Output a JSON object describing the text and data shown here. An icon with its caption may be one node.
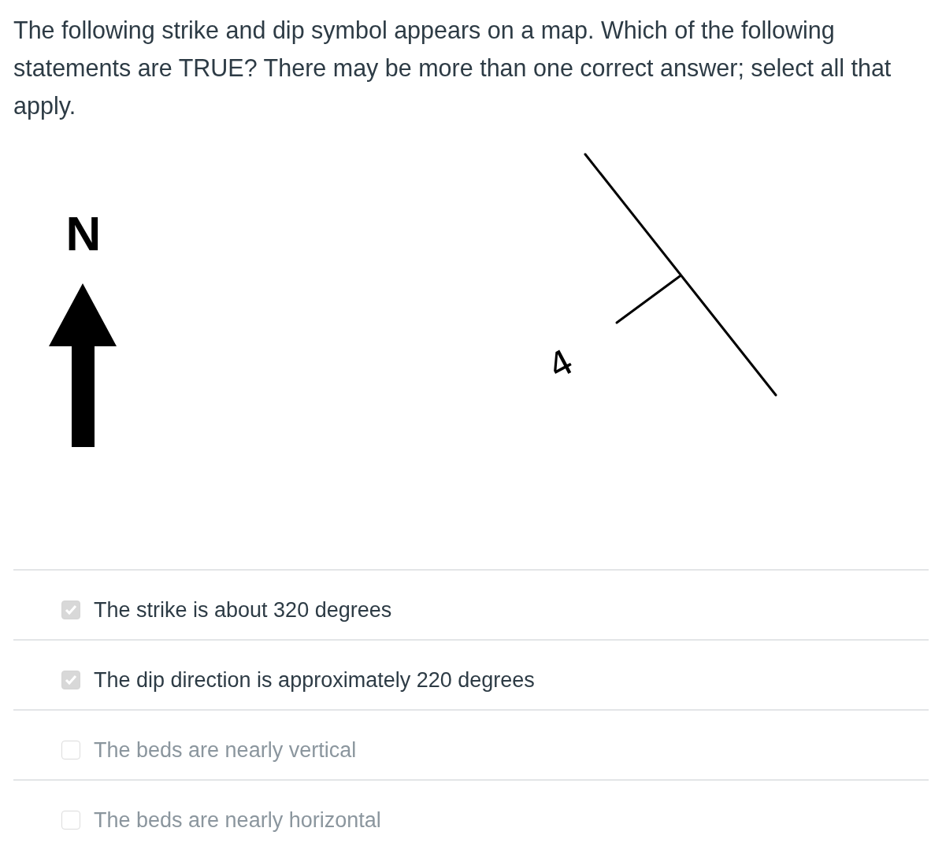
{
  "diagram": {
    "title": "The following strike and dip symbol appears on a map. Which of the following statements are TRUE? There may be more than one correct answer; select all that apply.",
    "labels": [
      "N",
      "4",
      "The strike is about 320 degrees",
      "The dip direction is approximately 220 degrees",
      "The beds are nearly vertical",
      "The beds are nearly horizontal"
    ]
  }
}
